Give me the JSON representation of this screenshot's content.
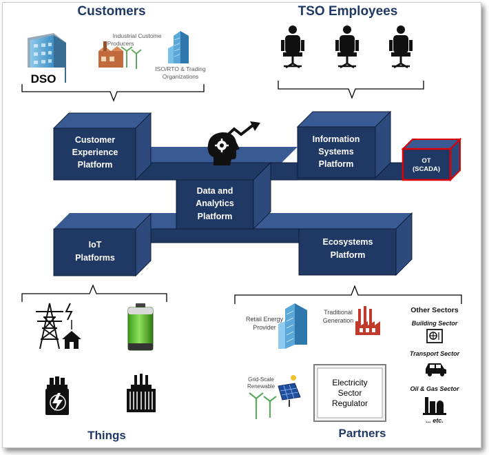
{
  "sections": {
    "customers": "Customers",
    "tso_employees": "TSO Employees",
    "things": "Things",
    "partners": "Partners"
  },
  "customers": {
    "dso": "DSO",
    "industrial_line1": "Industrial Custome",
    "industrial_line2": "Producers",
    "iso_line1": "ISO/RTO & Trading",
    "iso_line2": "Organizations"
  },
  "platforms": {
    "customer_experience": [
      "Customer",
      "Experience",
      "Platform"
    ],
    "information_systems": [
      "Information",
      "Systems",
      "Platform"
    ],
    "ot": [
      "OT",
      "(SCADA)"
    ],
    "data_analytics": [
      "Data and",
      "Analytics",
      "Platform"
    ],
    "iot": [
      "IoT",
      "Platforms"
    ],
    "ecosystems": [
      "Ecosystems",
      "Platform"
    ]
  },
  "partners": {
    "retail": [
      "Retail Energy",
      "Provider"
    ],
    "traditional": [
      "Traditional",
      "Generation"
    ],
    "renewable": [
      "Grid-Scale",
      "Renewable"
    ],
    "regulator": [
      "Electricity",
      "Sector",
      "Regulator"
    ],
    "other_sectors": {
      "title": "Other Sectors",
      "items": [
        "Building Sector",
        "Transport Sector",
        "Oil & Gas Sector",
        "... etc."
      ]
    }
  },
  "colors": {
    "platform_front": "#1f3864",
    "platform_side": "#2e4a7d",
    "platform_top": "#3a5a94",
    "ot_border": "#e00000",
    "heading": "#1f3864"
  },
  "icons": [
    "building-icon",
    "factory-icon",
    "office-tower-icon",
    "office-chair-icon",
    "ai-head-gear-icon",
    "trend-arrow-icon",
    "transmission-tower-icon",
    "battery-icon",
    "transformer-icon",
    "wind-turbine-icon",
    "solar-panel-icon",
    "power-plant-icon",
    "hvac-icon",
    "car-icon",
    "oil-refinery-icon"
  ]
}
